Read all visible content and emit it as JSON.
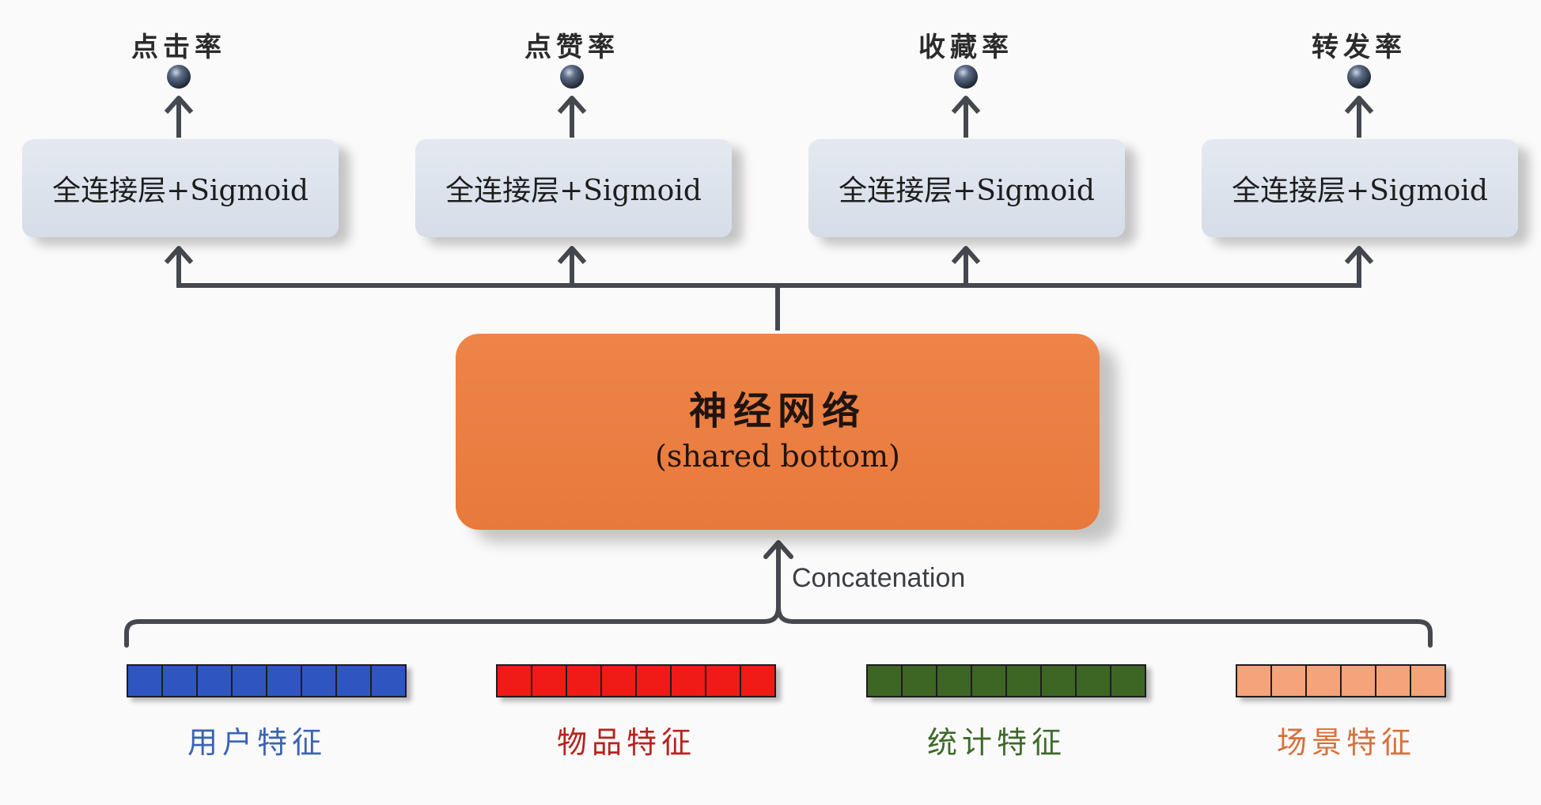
{
  "tasks": [
    {
      "label": "点击率",
      "tower": "全连接层+Sigmoid"
    },
    {
      "label": "点赞率",
      "tower": "全连接层+Sigmoid"
    },
    {
      "label": "收藏率",
      "tower": "全连接层+Sigmoid"
    },
    {
      "label": "转发率",
      "tower": "全连接层+Sigmoid"
    }
  ],
  "shared": {
    "title": "神经网络",
    "subtitle": "(shared bottom)"
  },
  "concat_label": "Concatenation",
  "features": [
    {
      "label": "用户特征",
      "color": "#2f56c0",
      "label_color": "#3a64b4",
      "cells": 8
    },
    {
      "label": "物品特征",
      "color": "#f01a16",
      "label_color": "#b8221d",
      "cells": 8
    },
    {
      "label": "统计特征",
      "color": "#3d6524",
      "label_color": "#3e6a2a",
      "cells": 8
    },
    {
      "label": "场景特征",
      "color": "#f4a37a",
      "label_color": "#d7703a",
      "cells": 6
    }
  ],
  "colors": {
    "connector": "#45494f",
    "node": "#2c3a4e",
    "tower_bg": "#dde3ec",
    "shared_bg": "#ea7d40"
  }
}
